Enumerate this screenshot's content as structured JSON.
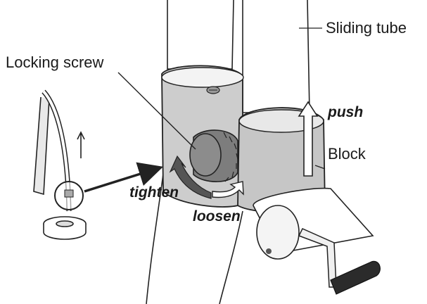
{
  "labels": {
    "sliding_tube": "Sliding tube",
    "locking_screw": "Locking screw",
    "push": "push",
    "block": "Block",
    "tighten": "tighten",
    "loosen": "loosen"
  },
  "colors": {
    "line": "#222222",
    "metal": "#c9c9c9",
    "metal_dark": "#9a9a9a",
    "knob": "#7d7d7d",
    "knob_face": "#8c8c8c",
    "grip": "#2b2b2b",
    "tube": "#ffffff"
  },
  "icons": {
    "push_arrow": "up-arrow-icon",
    "tighten_arrow": "curved-arrow-icon",
    "loosen_arrow": "curved-arrow-icon",
    "pointer_arrow": "right-arrow-icon"
  }
}
